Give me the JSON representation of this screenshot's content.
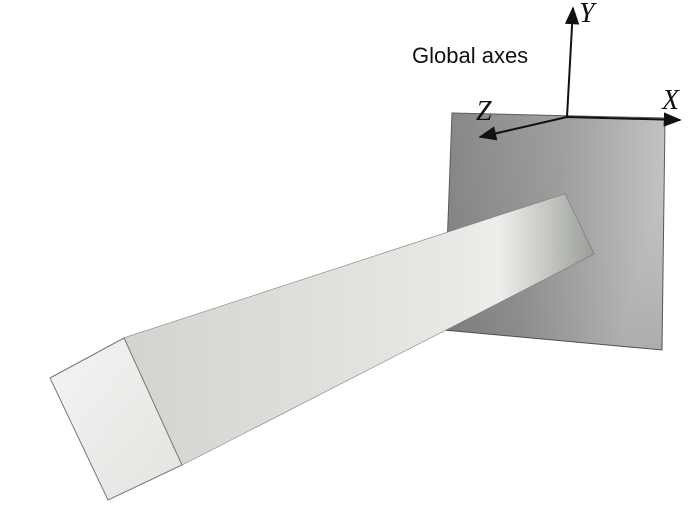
{
  "diagram": {
    "caption": "Global axes",
    "axes": {
      "x_label": "X",
      "y_label": "Y",
      "z_label": "Z"
    },
    "colors": {
      "wall_dark": "#7f7f7f",
      "wall_light": "#b9b9b9",
      "beam_light": "#eef0ec",
      "beam_mid": "#c9ccc7",
      "axis": "#111111"
    }
  }
}
